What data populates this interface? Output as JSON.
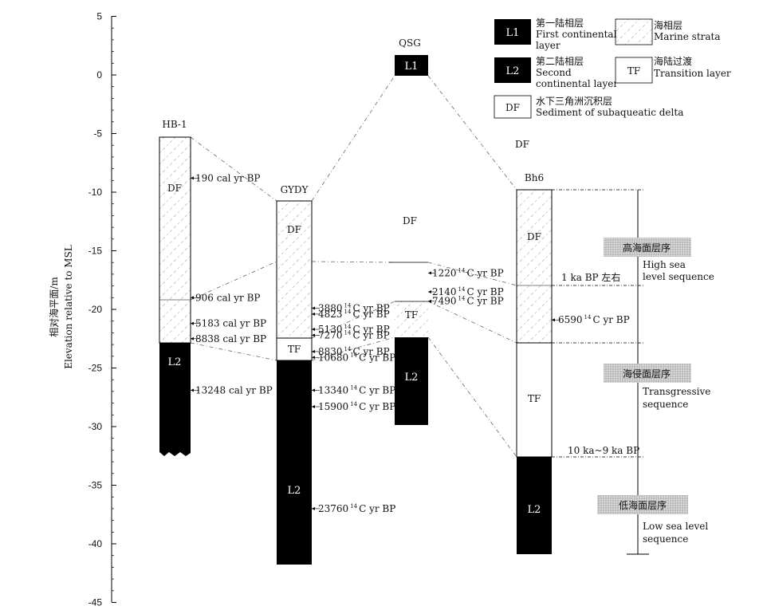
{
  "axis": {
    "label_cn": "相对海平面/m",
    "label_en": "Elevation relative to MSL",
    "ticks": [
      5,
      0,
      -5,
      -10,
      -15,
      -20,
      -25,
      -30,
      -35,
      -40,
      -45
    ]
  },
  "legend": {
    "l1": {
      "code": "L1",
      "cn": "第一陆相层",
      "en1": "First continental",
      "en2": "layer"
    },
    "l2": {
      "code": "L2",
      "cn": "第二陆相层",
      "en1": "Second",
      "en2": "continental layer"
    },
    "df": {
      "code": "DF",
      "cn": "水下三角洲沉积层",
      "en": "Sediment of subaqueatic delta"
    },
    "marine": {
      "cn": "海相层",
      "en": "Marine strata"
    },
    "tf": {
      "code": "TF",
      "cn": "海陆过渡",
      "en": "Transition layer"
    }
  },
  "cores": {
    "hb1": {
      "name": "HB-1",
      "df": "DF",
      "l2": "L2"
    },
    "gydy": {
      "name": "GYDY",
      "df": "DF",
      "tf": "TF",
      "l2": "L2"
    },
    "qsg": {
      "name": "QSG",
      "l1": "L1",
      "df": "DF",
      "tf": "TF",
      "l2": "L2"
    },
    "bh6": {
      "name": "Bh6",
      "df": "DF",
      "tf": "TF",
      "l2": "L2"
    },
    "df_between": "DF"
  },
  "dates": {
    "hb1": [
      {
        "text": "190 cal yr BP",
        "elev": -8.8
      },
      {
        "text": "906 cal yr BP",
        "elev": -19.0
      },
      {
        "text": "5183 cal yr BP",
        "elev": -21.2
      },
      {
        "text": "8838 cal yr BP",
        "elev": -22.5
      },
      {
        "text": "13248 cal yr BP",
        "elev": -26.9
      }
    ],
    "gydy": [
      {
        "num": "3880",
        "rest": "C yr BP",
        "elev": -19.9
      },
      {
        "num": "4823",
        "rest": "C yr BP",
        "elev": -20.4
      },
      {
        "num": "5130",
        "rest": "C yr BP",
        "elev": -21.7
      },
      {
        "num": "7270",
        "rest": "C yr BP",
        "elev": -22.2
      },
      {
        "num": "8830",
        "rest": "C yr BP",
        "elev": -23.6
      },
      {
        "num": "10680",
        "rest": "C yr BP",
        "elev": -24.1
      },
      {
        "num": "13340",
        "rest": "C yr BP",
        "elev": -26.9
      },
      {
        "num": "15900",
        "rest": "C yr BP",
        "elev": -28.3
      },
      {
        "num": "23760",
        "rest": "C yr BP",
        "elev": -37.0
      }
    ],
    "qsg": [
      {
        "num": "1220",
        "rest": "C yr BP",
        "elev": -16.9
      },
      {
        "num": "2140",
        "rest": "C yr BP",
        "elev": -18.5
      },
      {
        "num": "7490",
        "rest": "C yr BP",
        "elev": -19.3
      }
    ],
    "bh6": [
      {
        "num": "6590",
        "rest": "C yr BP",
        "elev": -20.9
      }
    ],
    "sup": "14"
  },
  "sequences": {
    "high_cn": "高海面层序",
    "high_en1": "High sea",
    "high_en2": "level sequence",
    "trans_cn": "海侵面层序",
    "trans_en1": "Transgressive",
    "trans_en2": "sequence",
    "low_cn": "低海面层序",
    "low_en1": "Low sea level",
    "low_en2": "sequence",
    "ka1": "1 ka BP 左右",
    "ka10": "10 ka~9 ka BP"
  }
}
